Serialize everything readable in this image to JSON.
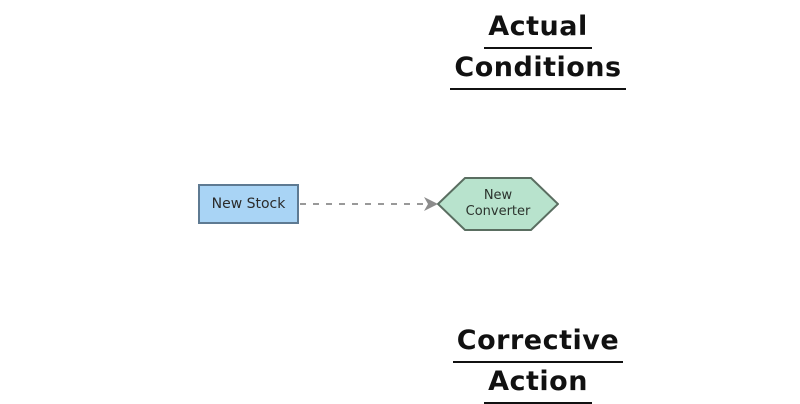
{
  "titles": {
    "actual_conditions": {
      "line1": "Actual",
      "line2": "Conditions"
    },
    "corrective_action": {
      "line1": "Corrective",
      "line2": "Action"
    }
  },
  "diagram": {
    "nodes": [
      {
        "id": "new-stock",
        "shape": "rectangle",
        "label": "New Stock",
        "fill": "#A9D4F5",
        "stroke": "#5E7A92"
      },
      {
        "id": "new-converter",
        "shape": "hexagon",
        "label_line1": "New",
        "label_line2": "Converter",
        "fill": "#B8E3CD",
        "stroke": "#5A6E61"
      }
    ],
    "edge": {
      "from": "new-stock",
      "to": "new-converter",
      "style": "dashed",
      "color": "#999999",
      "arrowhead_color": "#8C8C8C"
    }
  },
  "colors": {
    "background": "#FFFFFF",
    "title_text": "#111111",
    "node_text": "#2B2B2B"
  }
}
